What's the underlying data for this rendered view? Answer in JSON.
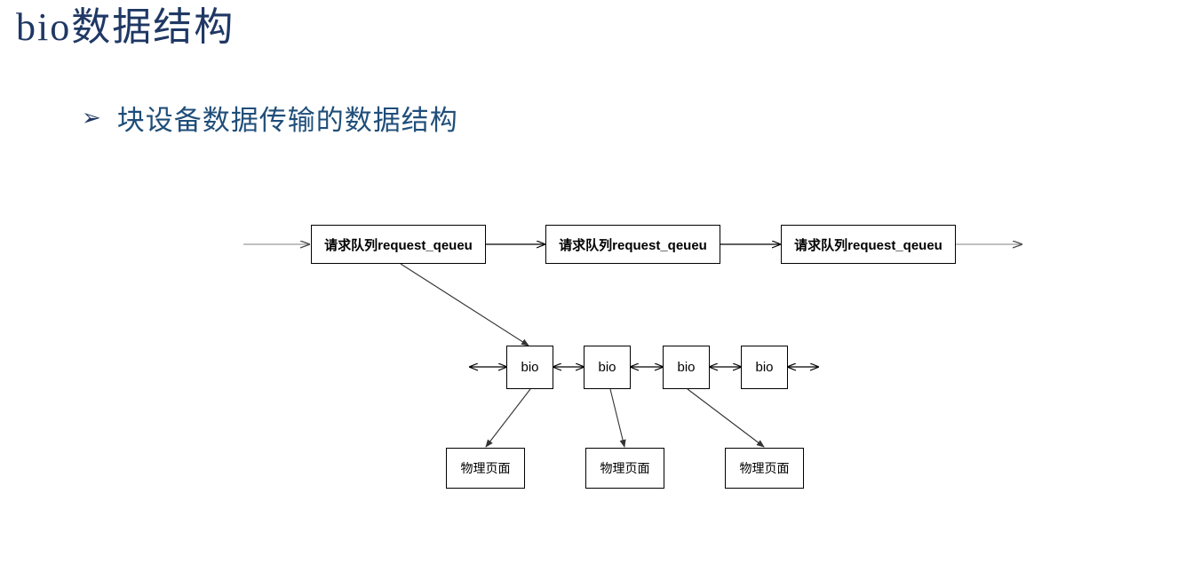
{
  "slide": {
    "title": "bio数据结构",
    "bullet": {
      "marker": "➢",
      "marker_name": "arrow-bullet",
      "text": "块设备数据传输的数据结构"
    },
    "colors": {
      "title": "#1f3864",
      "bullet_text": "#1f4e79",
      "bullet_marker": "#1f3864",
      "node_border": "#000000",
      "node_text": "#000000",
      "background": "#ffffff",
      "connector": "#000000",
      "connector_gray": "#808080"
    }
  },
  "diagram": {
    "request_queues": [
      {
        "label": "请求队列request_qeueu"
      },
      {
        "label": "请求队列request_qeueu"
      },
      {
        "label": "请求队列request_qeueu"
      }
    ],
    "bios": [
      {
        "label": "bio"
      },
      {
        "label": "bio"
      },
      {
        "label": "bio"
      },
      {
        "label": "bio"
      }
    ],
    "pages": [
      {
        "label": "物理页面"
      },
      {
        "label": "物理页面"
      },
      {
        "label": "物理页面"
      }
    ]
  }
}
